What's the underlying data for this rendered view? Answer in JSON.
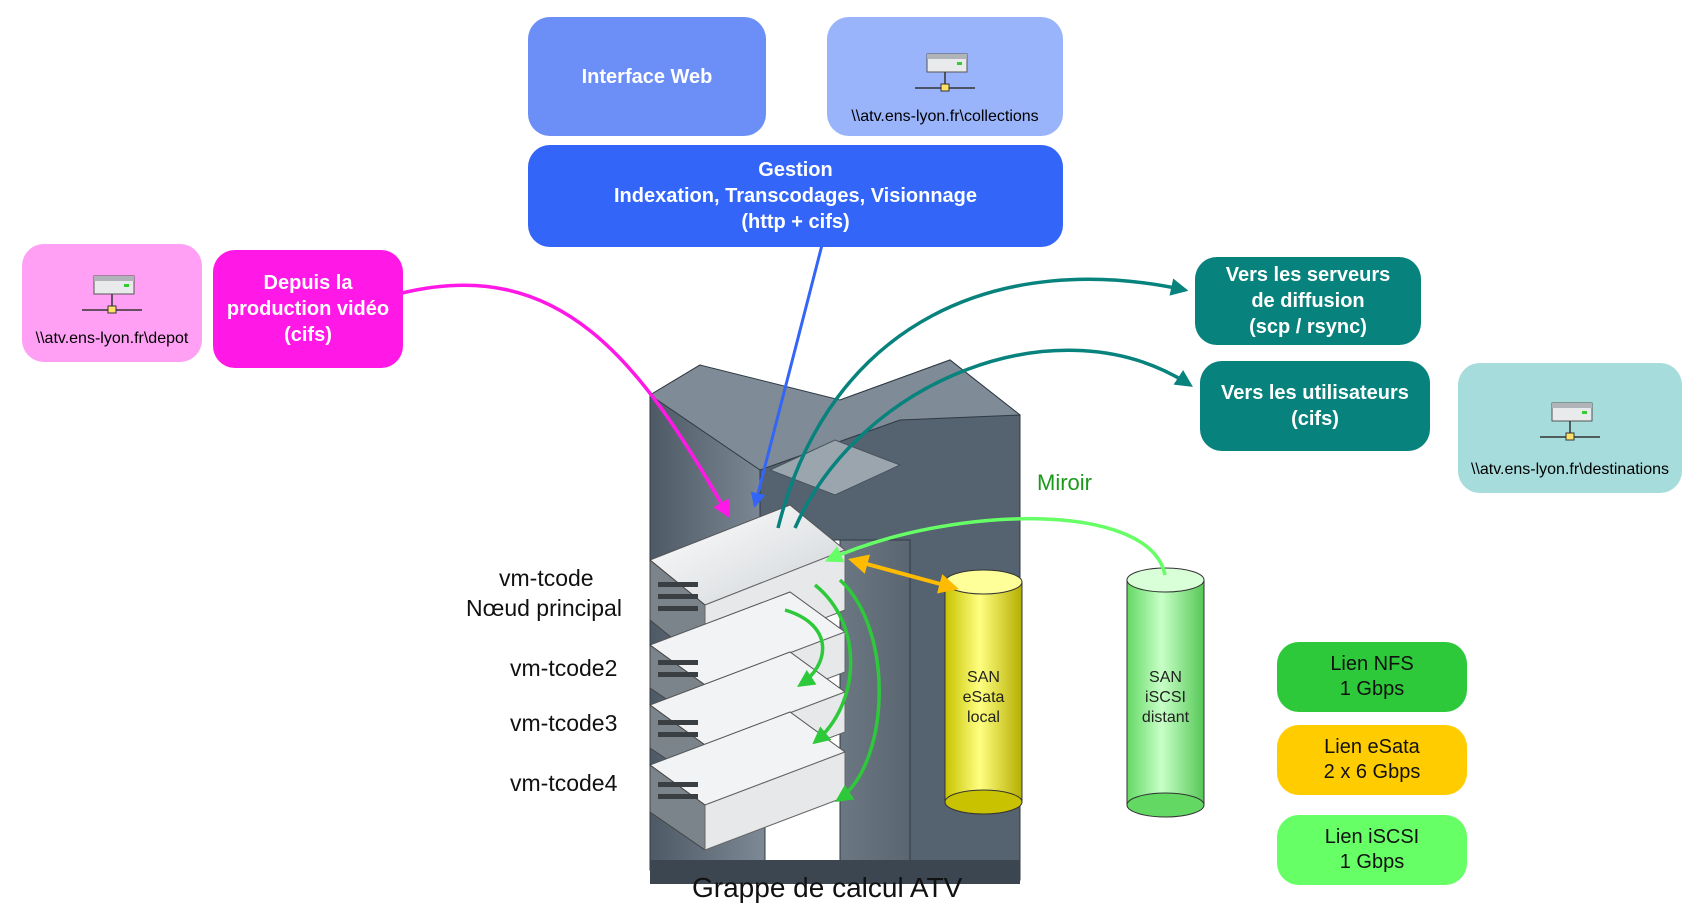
{
  "boxes": {
    "interface_web": "Interface Web",
    "collections_share": "\\\\atv.ens-lyon.fr\\collections",
    "gestion": [
      "Gestion",
      "Indexation, Transcodages, Visionnage",
      "(http + cifs)"
    ],
    "depot_share": "\\\\atv.ens-lyon.fr\\depot",
    "production": [
      "Depuis la",
      "production vidéo",
      "(cifs)"
    ],
    "diffusion": [
      "Vers les serveurs",
      "de diffusion",
      "(scp / rsync)"
    ],
    "utilisateurs": [
      "Vers les utilisateurs",
      "(cifs)"
    ],
    "destinations_share": "\\\\atv.ens-lyon.fr\\destinations"
  },
  "nodes": {
    "main": [
      "vm-tcode",
      "Nœud principal"
    ],
    "node2": "vm-tcode2",
    "node3": "vm-tcode3",
    "node4": "vm-tcode4"
  },
  "cluster_label": "Grappe de calcul ATV",
  "mirror_label": "Miroir",
  "san_local": [
    "SAN",
    "eSata",
    "local"
  ],
  "san_remote": [
    "SAN",
    "iSCSI",
    "distant"
  ],
  "legend": [
    {
      "lines": [
        "Lien NFS",
        "1 Gbps"
      ],
      "color": "#2ec93a"
    },
    {
      "lines": [
        "Lien eSata",
        "2 x 6 Gbps"
      ],
      "color": "#ffcc00"
    },
    {
      "lines": [
        "Lien iSCSI",
        "1 Gbps"
      ],
      "color": "#66ff66"
    }
  ],
  "colors": {
    "interface": "#6b8ef7",
    "collections": "#9ab4fb",
    "gestion": "#3366f8",
    "depot": "#ffa0f5",
    "production": "#ff18e6",
    "teal": "#07827c",
    "destinations": "#a6dcdc",
    "arrow_magenta": "#ff18e6",
    "arrow_blue": "#3366f8",
    "arrow_teal": "#07827c",
    "arrow_green": "#2ec93a",
    "arrow_lightgreen": "#66ff66",
    "arrow_esata": "#ffbb00"
  }
}
